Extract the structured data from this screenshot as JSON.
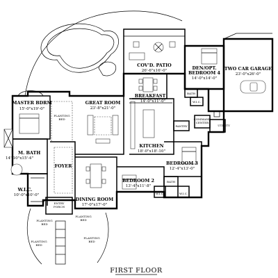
{
  "floor_title": "FIRST FLOOR",
  "rooms": {
    "master_bdrm": {
      "name": "MASTER BDRM",
      "dims": "15'-0\"x19'-0\""
    },
    "covd_patio": {
      "name": "COV'D. PATIO",
      "dims": "26'-6\"x16'-0\""
    },
    "den_bedroom4": {
      "name_line1": "DEN/OPT.",
      "name_line2": "BEDROOM 4",
      "dims": "14'-0\"x14'-0\""
    },
    "garage": {
      "name": "TWO CAR GARAGE",
      "dims": "23'-0\"x26'-0\""
    },
    "great_room": {
      "name": "GREAT ROOM",
      "dims": "23'-8\"x21'-0\""
    },
    "breakfast": {
      "name": "BREAKFAST",
      "dims": "14'-0\"x11'-0\""
    },
    "kitchen": {
      "name": "KITCHEN",
      "dims": "18'-0\"x18'-10\""
    },
    "m_bath": {
      "name": "M. BATH",
      "dims": "14'-10\"x15'-4\""
    },
    "foyer": {
      "name": "FOYER"
    },
    "wic_master": {
      "name": "W.I.C.",
      "dims": "10'-0\"x10'-0\""
    },
    "dining_room": {
      "name": "DINING ROOM",
      "dims": "17'-0\"x17'-0\""
    },
    "bedroom2": {
      "name": "BEDROOM 2",
      "dims": "13'-4\"x11'-8\""
    },
    "bedroom3": {
      "name": "BEDROOM 3",
      "dims": "12'-4\"x13'-0\""
    },
    "entry_porch": {
      "name_line1": "ENTRY",
      "name_line2": "PORCH"
    }
  },
  "small_labels": {
    "bath_upper": "BATH",
    "bath_lower": "BATH",
    "pantry": "PANTRY",
    "command_center_line1": "COMMAND",
    "command_center_line2": "CENTER",
    "utility": "UTILITY",
    "wic_garage": "W.I.C.",
    "wic_bed2": "W.I.C.",
    "wic_bed3": "W.I.C.",
    "planting_bed": "PLANTING\nBED",
    "planting_bed_label": "PLANTING",
    "bed_label": "BED",
    "planting_bed_left_1": "PLANTING",
    "planting_bed_left_2": "BED",
    "planting_bed_right_1": "PLANTING",
    "planting_bed_right_2": "BED",
    "planting_bed_bl_1": "PLANTING",
    "planting_bed_bl_2": "BED",
    "planting_bed_br_1": "PLANTING",
    "planting_bed_br_2": "BED",
    "planting_bed_gr_1": "PLANTING",
    "planting_bed_gr_2": "BED"
  }
}
